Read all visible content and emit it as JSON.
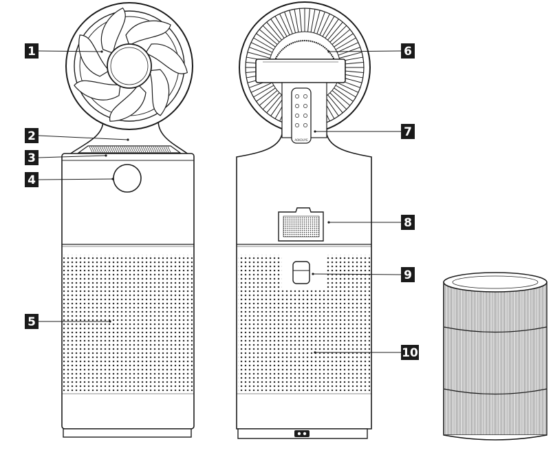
{
  "colors": {
    "outline": "#1a1a1a",
    "callout_fill": "#1a1a1a",
    "callout_text": "#ffffff",
    "mesh_dot": "#2b2b2b",
    "background": "#ffffff"
  },
  "callouts": [
    {
      "label": "1",
      "part": "front fan head"
    },
    {
      "label": "2",
      "part": "rotating neck base"
    },
    {
      "label": "3",
      "part": "top rim"
    },
    {
      "label": "4",
      "part": "front display ring"
    },
    {
      "label": "5",
      "part": "front perforated grille"
    },
    {
      "label": "6",
      "part": "rear fan grille"
    },
    {
      "label": "7",
      "part": "rear control panel"
    },
    {
      "label": "8",
      "part": "rear sensor vent"
    },
    {
      "label": "9",
      "part": "filter latch"
    },
    {
      "label": "10",
      "part": "rear perforated grille"
    }
  ],
  "remote": {
    "brand": "AOKOUYE"
  }
}
